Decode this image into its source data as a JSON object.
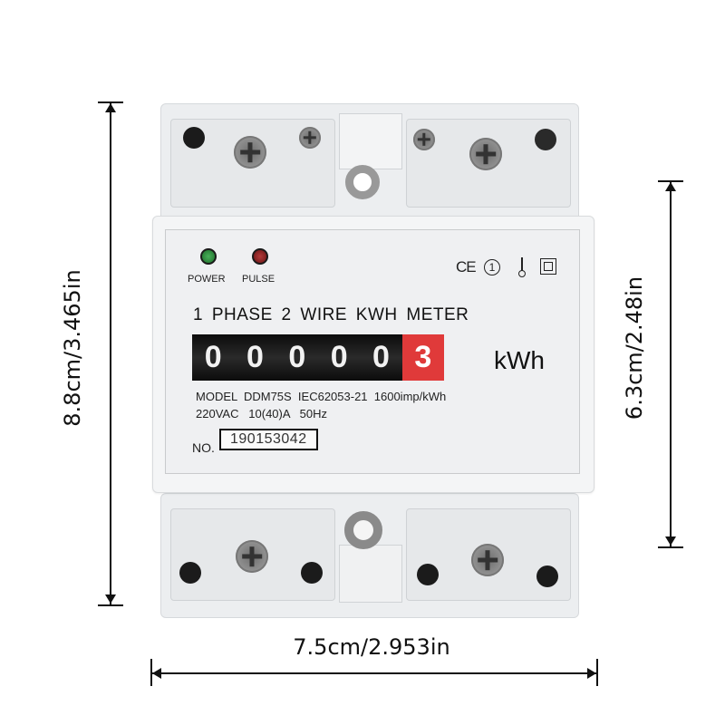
{
  "dimensions": {
    "height_total": "8.8cm/3.465in",
    "width_total": "7.5cm/2.953in",
    "front_height": "6.3cm/2.48in"
  },
  "meter": {
    "indicators": [
      {
        "label": "POWER",
        "color": "#2e8b3a"
      },
      {
        "label": "PULSE",
        "color": "#8b1e1e"
      }
    ],
    "cert_marks": [
      "CE",
      "①",
      "ground-symbol",
      "double-insulation-symbol"
    ],
    "cert_text": {
      "ce": "CE",
      "class": "1"
    },
    "title": "1 PHASE 2 WIRE KWH METER",
    "counter": {
      "digits": [
        "0",
        "0",
        "0",
        "0",
        "0",
        "3"
      ],
      "unit": "kWh",
      "decimal_color": "#e03a3a"
    },
    "spec_line_1": "MODEL  DDM75S  IEC62053-21  1600imp/kWh",
    "spec_line_2": "220VAC   10(40)A   50Hz",
    "serial_label": "NO.",
    "serial_number": "190153042"
  }
}
